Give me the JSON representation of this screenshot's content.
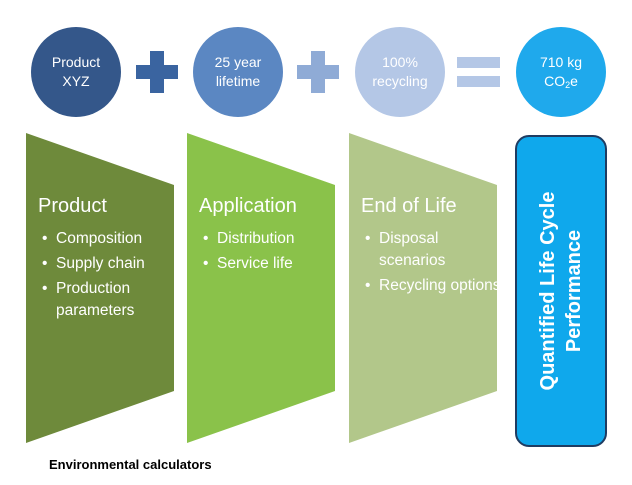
{
  "circles": [
    {
      "line1": "Product",
      "line2": "XYZ",
      "color": "#34578a"
    },
    {
      "line1": "25 year",
      "line2": "lifetime",
      "color": "#5b87c2"
    },
    {
      "line1": "100%",
      "line2": "recycling",
      "color": "#b4c7e6"
    },
    {
      "line1": "710 kg",
      "line2_main": "CO",
      "line2_sub": "2",
      "line2_tail": "e",
      "color": "#1fa9ec"
    }
  ],
  "operators": {
    "plus_1_color": "#3a64a0",
    "plus_2_color": "#8fabd6",
    "equals_color": "#b4c7e6"
  },
  "stages": [
    {
      "title": "Product",
      "color": "#6e8a3b",
      "bullets": [
        "Composition",
        "Supply chain",
        "Production parameters"
      ]
    },
    {
      "title": "Application",
      "color": "#8ac24a",
      "bullets": [
        "Distribution",
        "Service life"
      ]
    },
    {
      "title": "End of Life",
      "color": "#b2c78a",
      "bullets": [
        "Disposal scenarios",
        "Recycling options"
      ]
    }
  ],
  "result": {
    "line1": "Quantified Life Cycle",
    "line2": "Performance",
    "color": "#0fa8ec"
  },
  "caption": "Environmental calculators"
}
